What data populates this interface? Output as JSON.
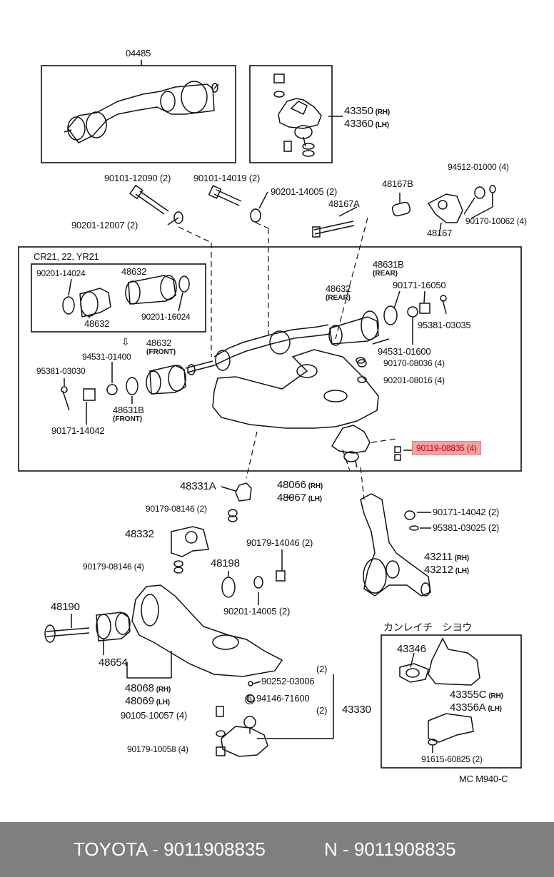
{
  "diagram": {
    "top_part": "04485",
    "ball_joint_upper": {
      "rh": "43350",
      "lh": "43360",
      "rh_sfx": "(RH)",
      "lh_sfx": "(LH)"
    },
    "bolt_a": "90101-12090 (2)",
    "bolt_b": "90101-14019 (2)",
    "washer_a": "90201-14005 (2)",
    "washer_b": "90201-12007 (2)",
    "part_48167B": "48167B",
    "part_48167A": "48167A",
    "part_48167": "48167",
    "nut_94512": "94512-01000 (4)",
    "bolt_90170_10062": "90170-10062 (4)",
    "inset_title": "CR21, 22, YR21",
    "inset_washer_a": "90201-14024",
    "inset_bush_top": "48632",
    "inset_bush_left": "48632",
    "inset_washer_b": "90201-16024",
    "rear_bush_48631B": "48631B",
    "rear_tag": "(REAR)",
    "rear_bush_48632": "48632",
    "rear_tag_2": "(REAR)",
    "nut_90171_16050": "90171-16050",
    "pin_95381_03035": "95381-03035",
    "washer_94531_01600": "94531-01600",
    "bolt_90170_08036": "90170-08036 (4)",
    "washer_90201_08016": "90201-08016 (4)",
    "front_bush_48632": "48632",
    "front_tag": "(FRONT)",
    "washer_94531_01400": "94531-01400",
    "pin_95381_03030": "95381-03030",
    "front_bush_48631B": "48631B",
    "front_tag_2": "(FRONT)",
    "nut_90171_14042": "90171-14042",
    "highlight_part": "90119-08835 (4)",
    "stopper_48331A": "48331A",
    "upper_arm": {
      "rh": "48066",
      "lh": "48067",
      "rh_sfx": "(RH)",
      "lh_sfx": "(LH)"
    },
    "nut_90179_08146_a": "90179-08146 (2)",
    "nut_90171_14042_b": "90171-14042 (2)",
    "pin_95381_03025": "95381-03025 (2)",
    "bracket_48332": "48332",
    "nut_90179_14046": "90179-14046 (2)",
    "knuckle": {
      "rh": "43211",
      "lh": "43212",
      "rh_sfx": "(RH)",
      "lh_sfx": "(LH)"
    },
    "nut_90179_08146_b": "90179-08146 (4)",
    "cushion_48198": "48198",
    "washer_90201_14005_b": "90201-14005 (2)",
    "bolt_48190": "48190",
    "bush_48654": "48654",
    "lower_arm": {
      "rh": "48068",
      "lh": "48069",
      "rh_sfx": "(RH)",
      "lh_sfx": "(LH)"
    },
    "qty_2_top": "(2)",
    "fitting_90252": "90252-03006",
    "pin_94146": "94146-71600",
    "qty_2_left": "(2)",
    "ball_joint_lower": "43330",
    "bolt_90105_10057": "90105-10057 (4)",
    "nut_90179_10058": "90179-10058 (4)",
    "variant_title": "カンレイチ　シヨウ",
    "variant_part_43346": "43346",
    "variant_bracket": {
      "rh": "43355C",
      "lh": "43356A",
      "rh_sfx": "(RH)",
      "lh_sfx": "(LH)"
    },
    "variant_bolt": "91615-60825 (2)",
    "catalog_code": "MC M940-C"
  },
  "footer": {
    "brand_part": "TOYOTA - 9011908835",
    "alt_part": "N - 9011908835"
  }
}
